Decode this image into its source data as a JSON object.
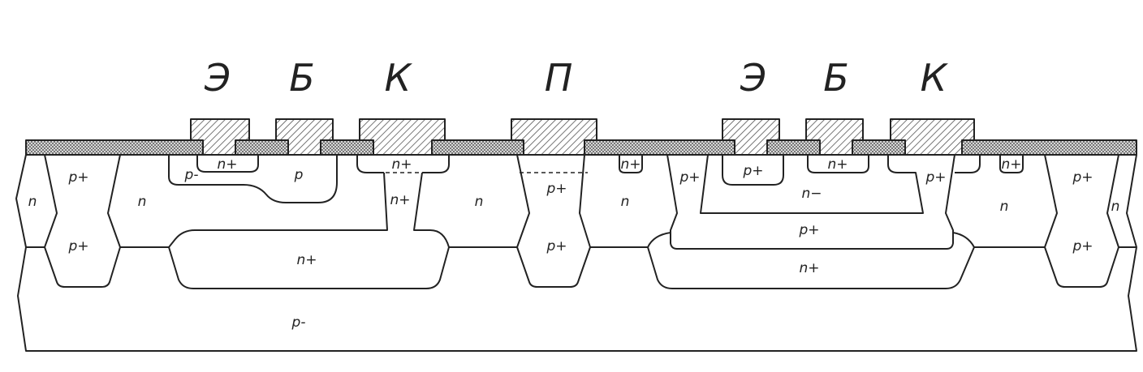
{
  "terminals": [
    "Э",
    "Б",
    "К",
    "П",
    "Э",
    "Б",
    "К"
  ],
  "regions": [
    "p+",
    "n",
    "n",
    "p-",
    "n+",
    "p",
    "n+",
    "n+",
    "n",
    "p+",
    "p+",
    "n+",
    "p+",
    "p-",
    "n+",
    "n",
    "p+",
    "p+",
    "n+",
    "n−",
    "p+",
    "n+",
    "p+",
    "n",
    "n",
    "p+",
    "n+",
    "p+"
  ],
  "colors": {
    "line": "#222222",
    "metal_hatch": "#555555",
    "oxide_fill": "#9a9a9a"
  }
}
